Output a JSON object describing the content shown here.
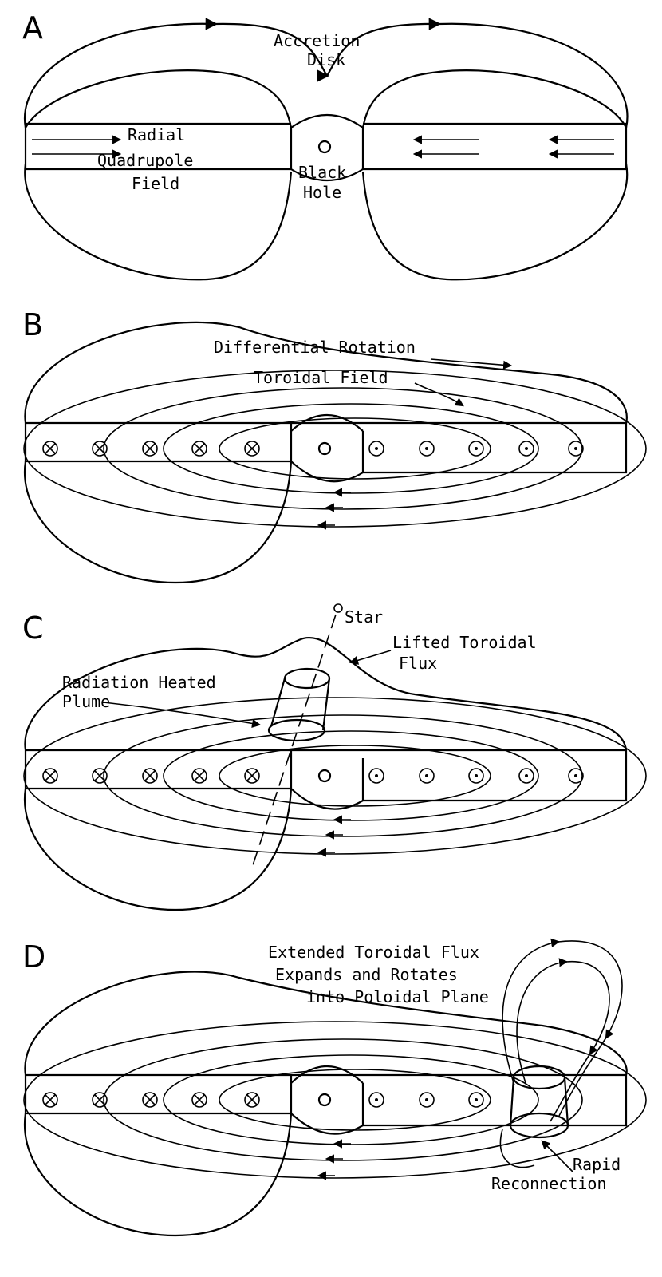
{
  "panels": [
    {
      "letter": "A",
      "labels": {
        "accretion_1": "Accretion",
        "accretion_2": "Disk",
        "radial": "Radial",
        "quadrupole": "Quadrupole",
        "field": "Field",
        "black": "Black",
        "hole": "Hole"
      }
    },
    {
      "letter": "B",
      "labels": {
        "differential_rotation": "Differential Rotation",
        "toroidal_field": "Toroidal Field"
      }
    },
    {
      "letter": "C",
      "labels": {
        "star": "Star",
        "lifted_1": "Lifted Toroidal",
        "lifted_2": "Flux",
        "plume_1": "Radiation Heated",
        "plume_2": "Plume"
      }
    },
    {
      "letter": "D",
      "labels": {
        "extended_1": "Extended Toroidal Flux",
        "extended_2": "Expands and Rotates",
        "extended_3": "into Poloidal Plane",
        "rapid_1": "Rapid",
        "rapid_2": "Reconnection"
      }
    }
  ]
}
